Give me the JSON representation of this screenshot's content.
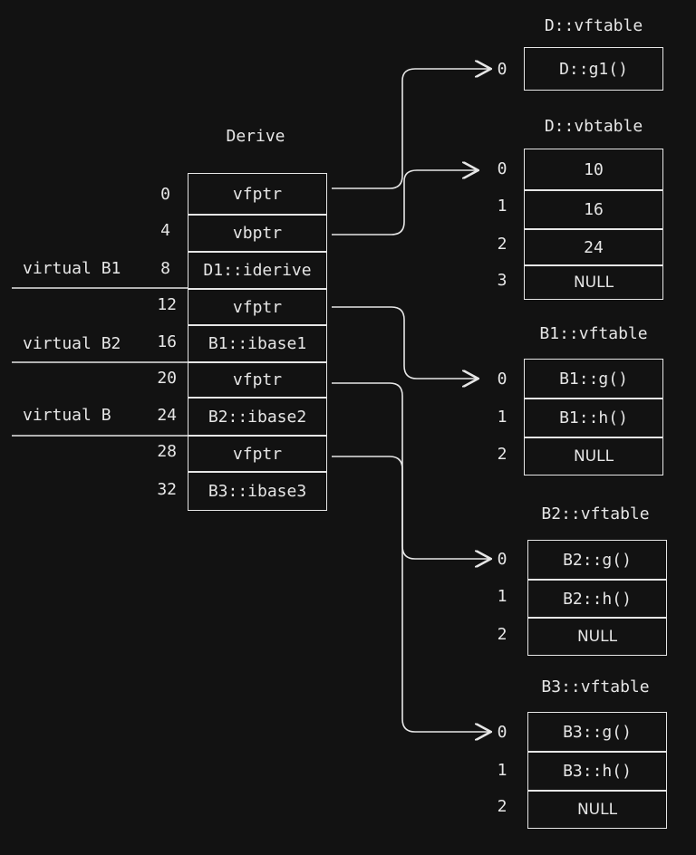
{
  "derive": {
    "title": "Derive",
    "slots": [
      {
        "offset": "0",
        "label": "vfptr"
      },
      {
        "offset": "4",
        "label": "vbptr"
      },
      {
        "offset": "8",
        "label": "D1::iderive"
      },
      {
        "offset": "12",
        "label": "vfptr"
      },
      {
        "offset": "16",
        "label": "B1::ibase1"
      },
      {
        "offset": "20",
        "label": "vfptr"
      },
      {
        "offset": "24",
        "label": "B2::ibase2"
      },
      {
        "offset": "28",
        "label": "vfptr"
      },
      {
        "offset": "32",
        "label": "B3::ibase3"
      }
    ],
    "sections": [
      "virtual B1",
      "virtual B2",
      "virtual B"
    ]
  },
  "tables": {
    "d_vftable": {
      "title": "D::vftable",
      "indices": [
        "0"
      ],
      "entries": [
        "D::g1()"
      ]
    },
    "d_vbtable": {
      "title": "D::vbtable",
      "indices": [
        "0",
        "1",
        "2",
        "3"
      ],
      "entries": [
        "10",
        "16",
        "24",
        "NULL"
      ]
    },
    "b1_vftable": {
      "title": "B1::vftable",
      "indices": [
        "0",
        "1",
        "2"
      ],
      "entries": [
        "B1::g()",
        "B1::h()",
        "NULL"
      ]
    },
    "b2_vftable": {
      "title": "B2::vftable",
      "indices": [
        "0",
        "1",
        "2"
      ],
      "entries": [
        "B2::g()",
        "B2::h()",
        "NULL"
      ]
    },
    "b3_vftable": {
      "title": "B3::vftable",
      "indices": [
        "0",
        "1",
        "2"
      ],
      "entries": [
        "B3::g()",
        "B3::h()",
        "NULL"
      ]
    }
  },
  "colors": {
    "background": "#121212",
    "stroke": "#e6e6e6"
  }
}
